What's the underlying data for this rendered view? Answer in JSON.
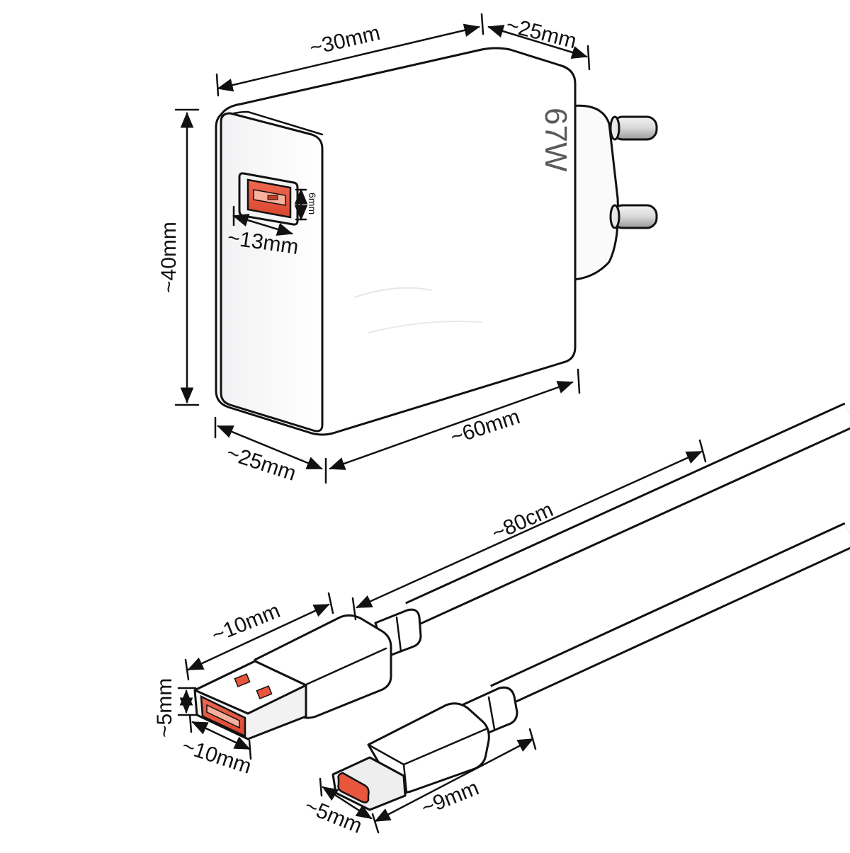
{
  "charger": {
    "power_label": "67W",
    "depth_top": "~30mm",
    "plug_length": "~25mm",
    "height": "~40mm",
    "width_bottom": "~25mm",
    "length_bottom": "~60mm",
    "usb_port_width": "~13mm",
    "usb_port_height": "6mm"
  },
  "cable": {
    "length": "~80cm",
    "usb_a_length": "~10mm",
    "usb_a_height": "~5mm",
    "usb_a_width": "~10mm",
    "usb_c_length": "~9mm",
    "usb_c_width": "~5mm"
  },
  "colors": {
    "accent_port": "#e8563e",
    "outline": "#111111",
    "body_fill": "#f7f7f7"
  }
}
